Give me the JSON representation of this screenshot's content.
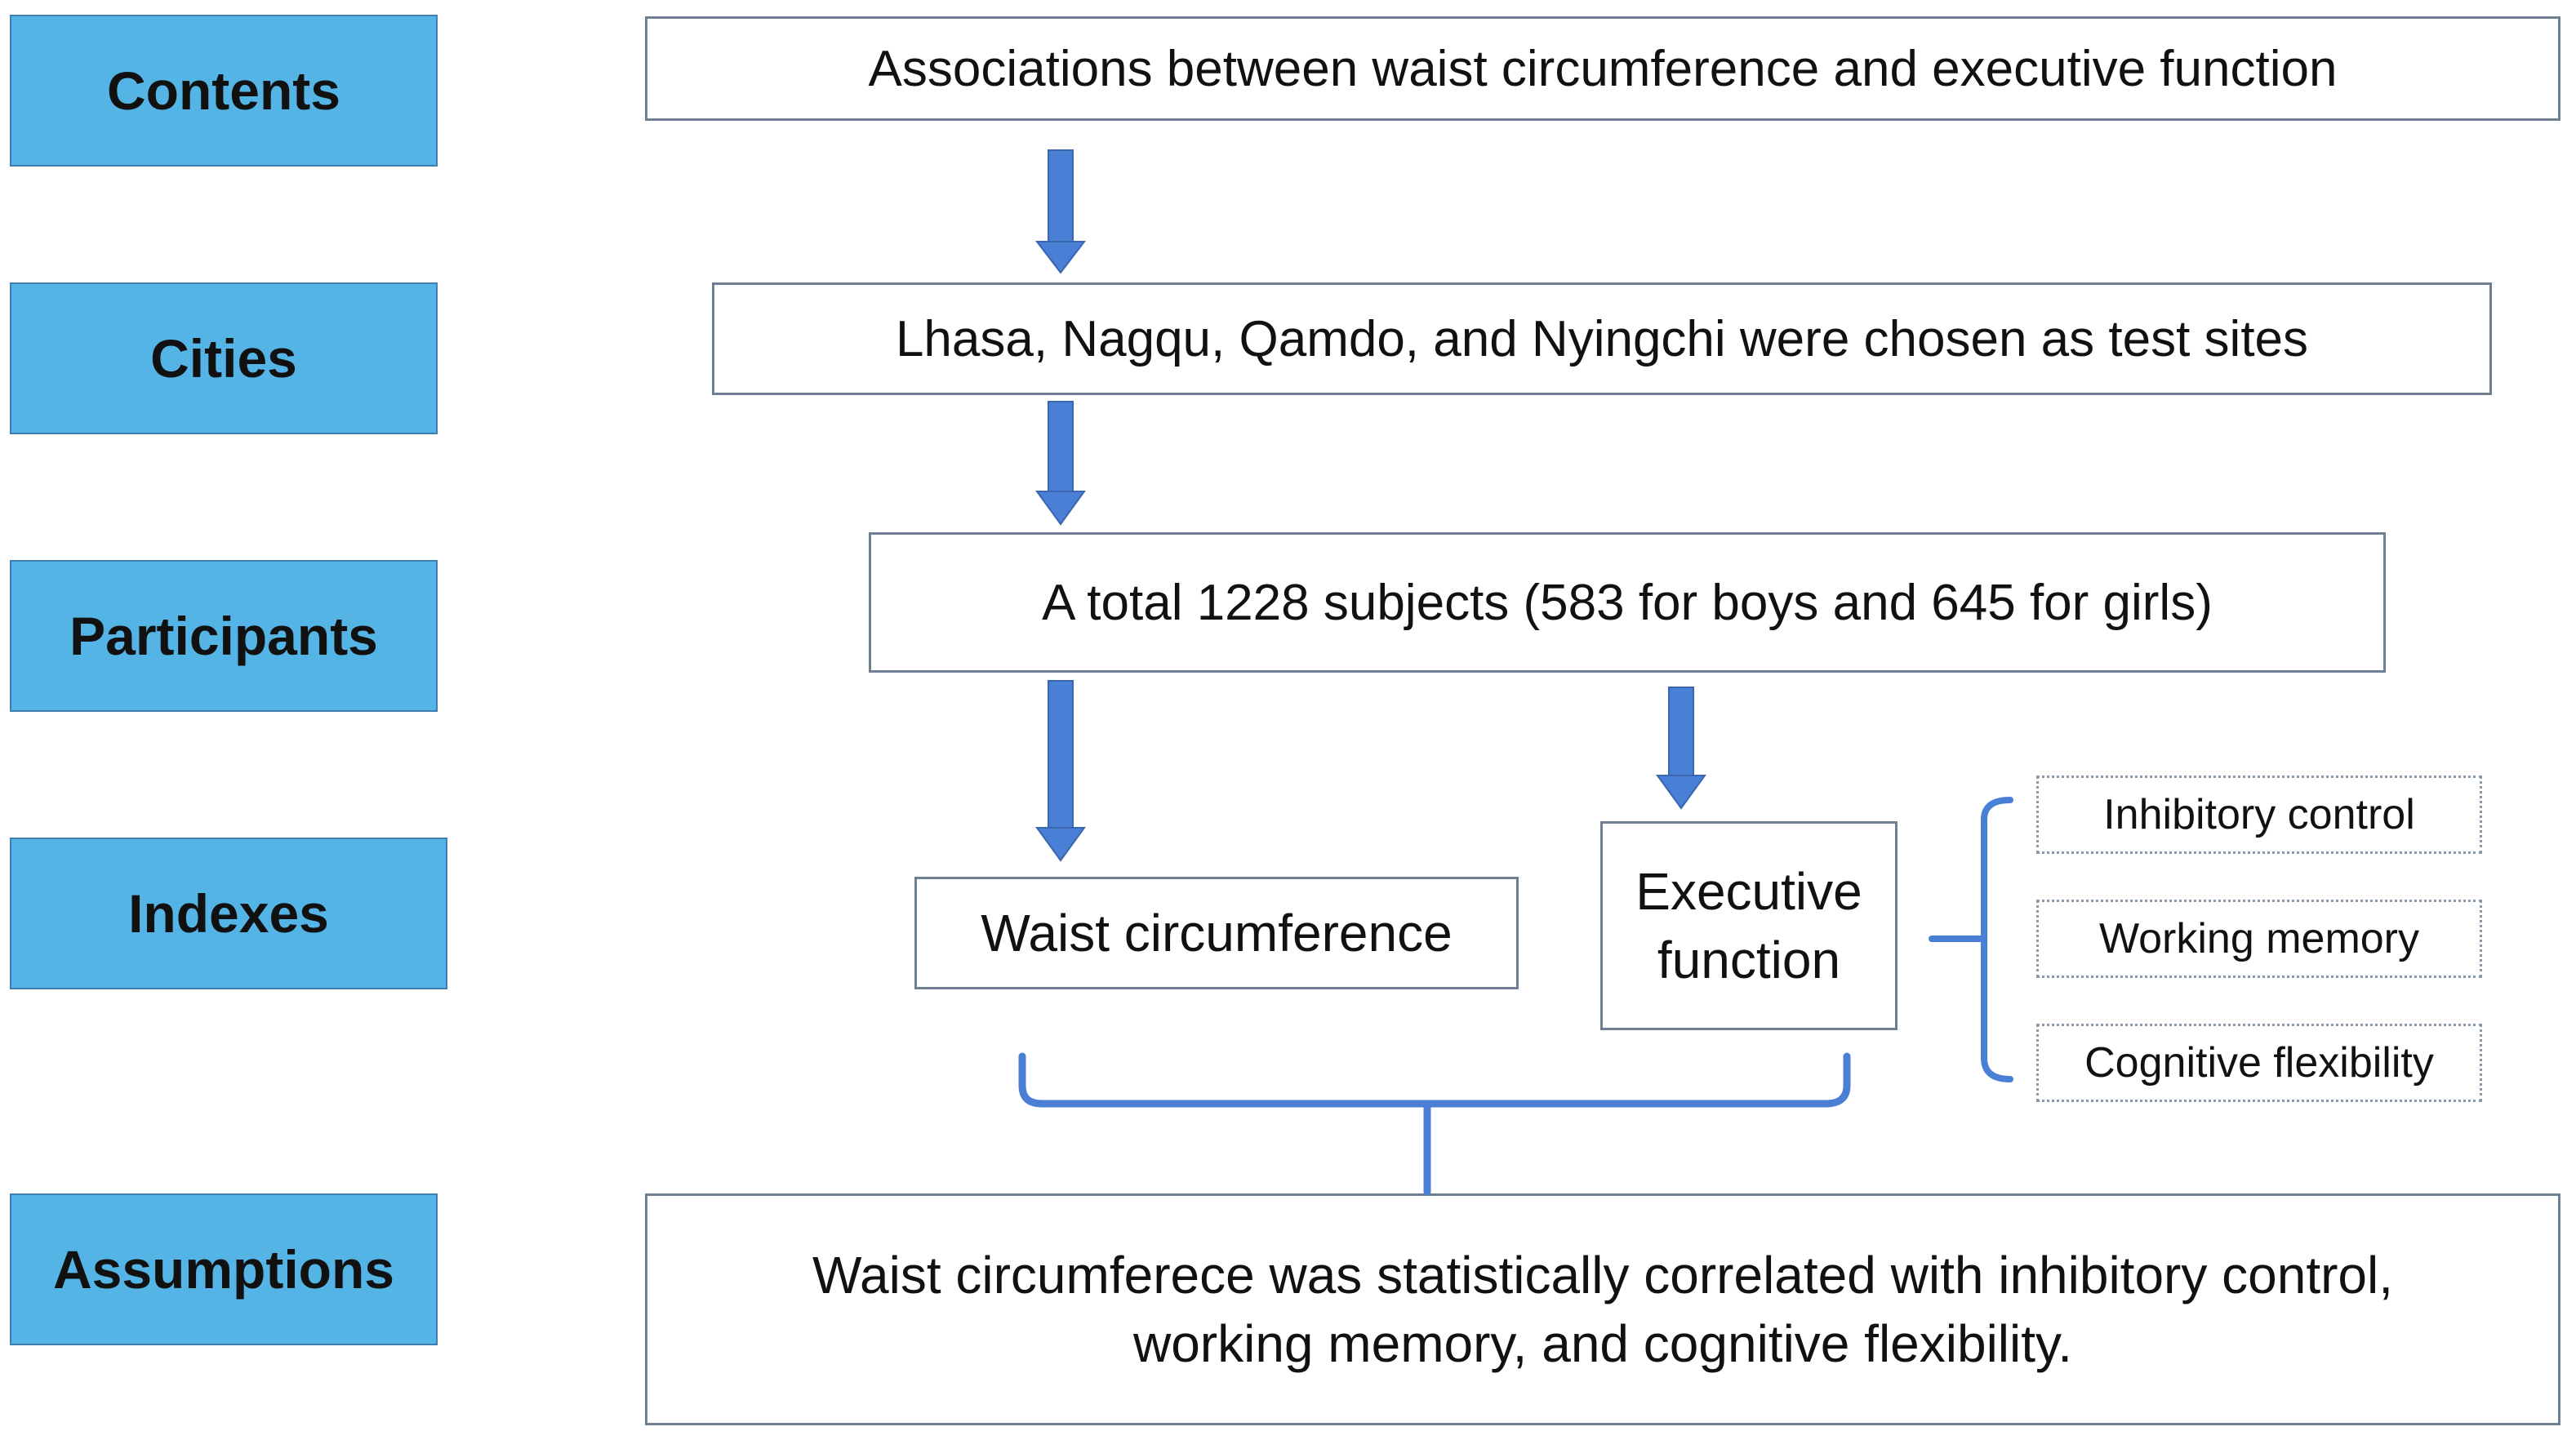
{
  "labels": {
    "contents": "Contents",
    "cities": "Cities",
    "participants": "Participants",
    "indexes": "Indexes",
    "assumptions": "Assumptions"
  },
  "flow": {
    "contents_text": "Associations between waist circumference and executive function",
    "cities_text": "Lhasa, Nagqu, Qamdo, and Nyingchi were chosen as test sites",
    "participants_text": "A total 1228 subjects (583 for boys and 645 for girls)",
    "waist_text": "Waist circumference",
    "executive_line1": "Executive",
    "executive_line2": "function",
    "assumption_line1": "Waist circumferece was statistically correlated with inhibitory control,",
    "assumption_line2": "working memory, and  cognitive flexibility."
  },
  "executive_components": [
    "Inhibitory control",
    "Working memory",
    "Cognitive flexibility"
  ],
  "colors": {
    "label_fill": "#55b4e6",
    "arrow": "#4a7fd6",
    "box_border": "#6e7f92"
  }
}
